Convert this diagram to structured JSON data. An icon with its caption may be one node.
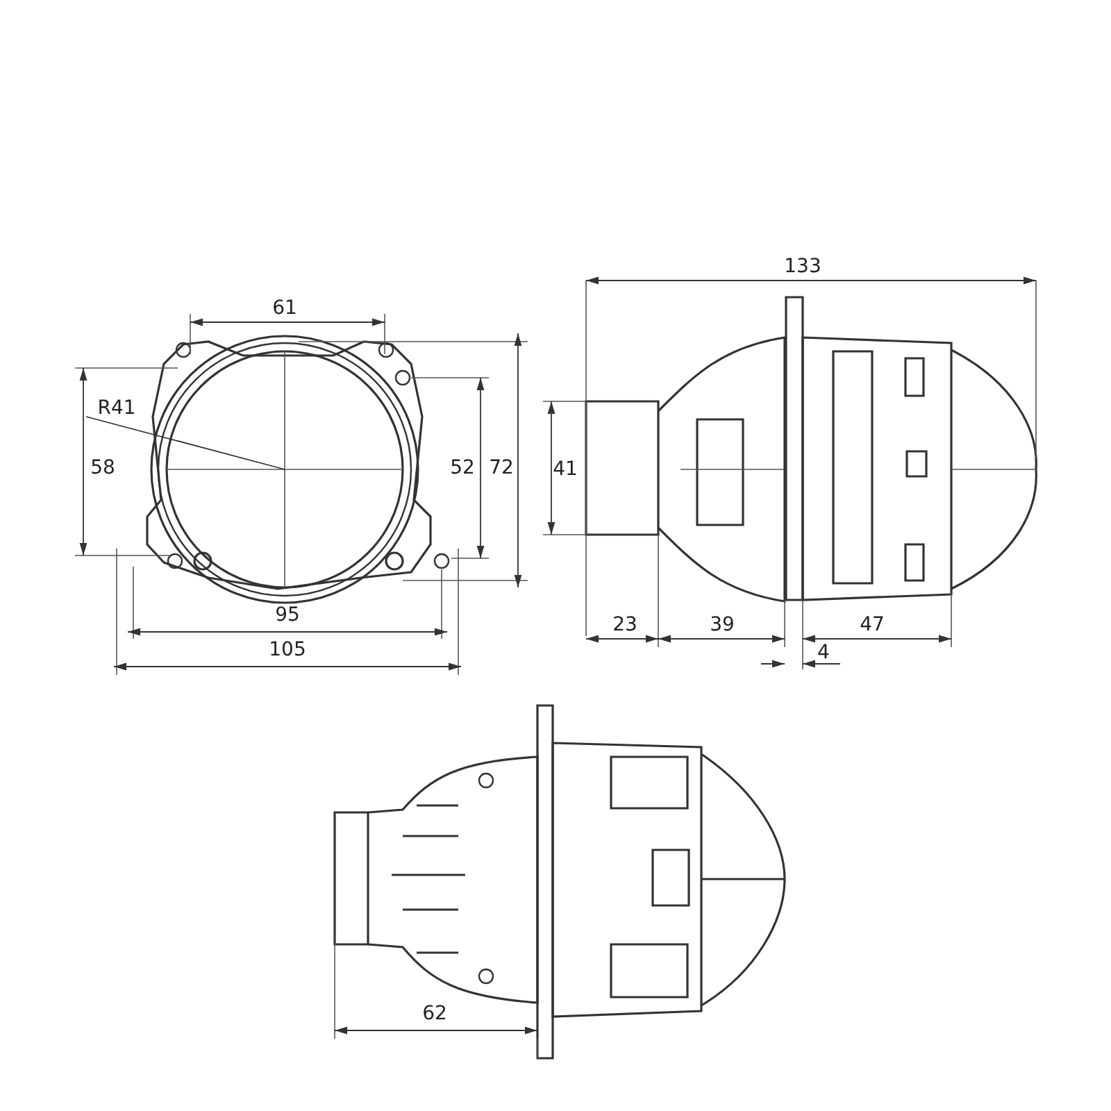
{
  "diagram": {
    "labels": [
      "133",
      "61",
      "R41",
      "58",
      "52",
      "72",
      "41",
      "95",
      "23",
      "39",
      "47",
      "105",
      "4",
      "62"
    ]
  }
}
